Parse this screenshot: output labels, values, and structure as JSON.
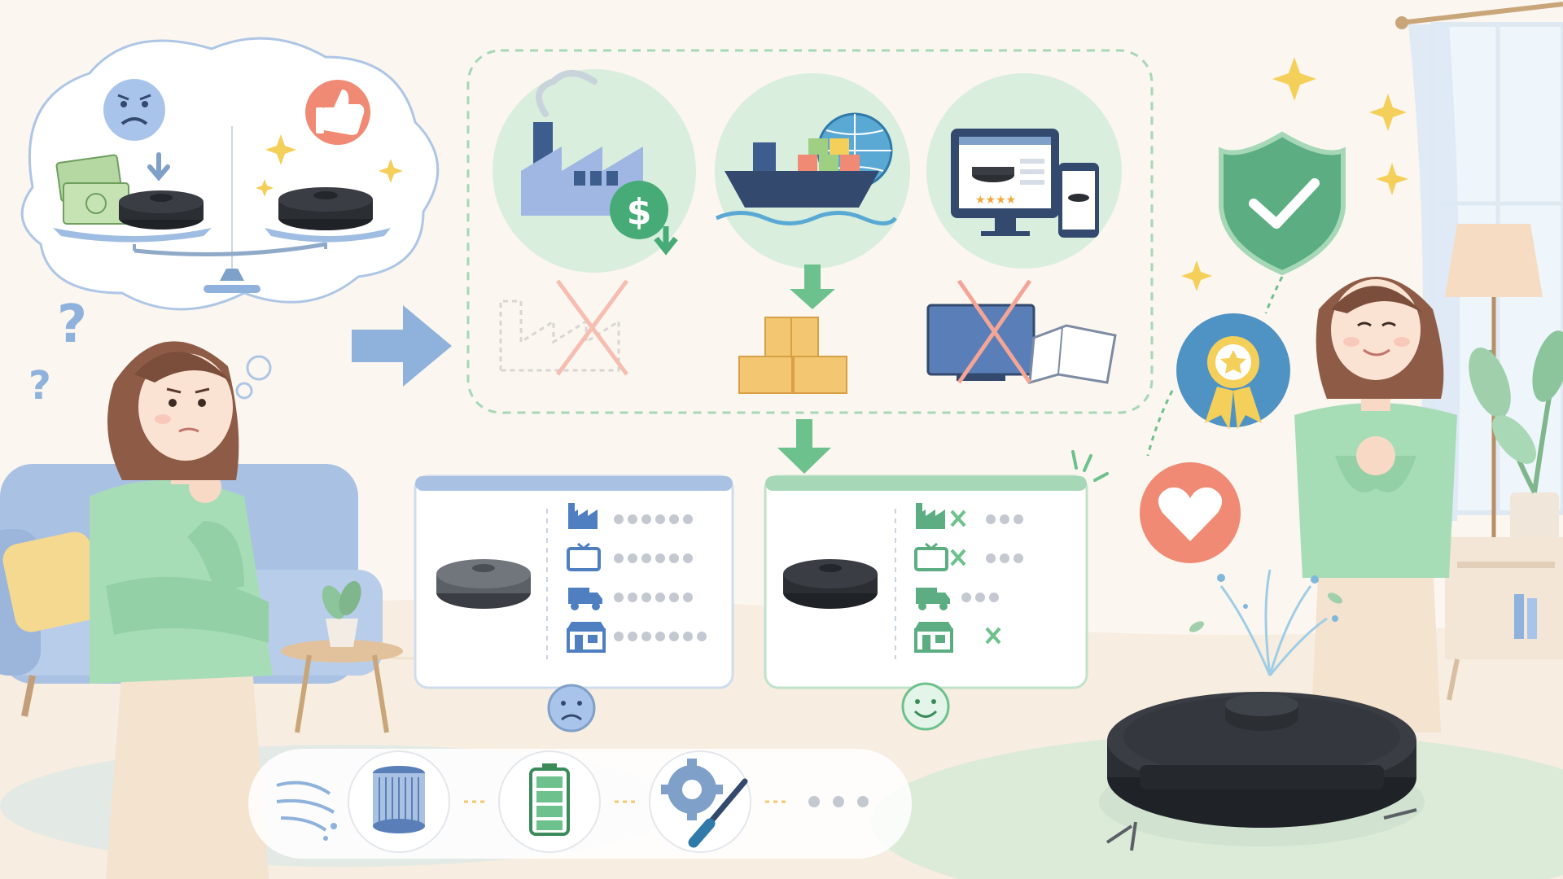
{
  "colors": {
    "background": "#fbf6ef",
    "green_accent": "#7fc79a",
    "blue_accent": "#8fb2dc",
    "navy": "#33496e",
    "robot": "#2b2e33",
    "shield": "#5cae82",
    "heart_bg": "#f08a74",
    "sad_face": "#a9c4ea",
    "happy_face": "#bfe6cc",
    "box": "#f3c772",
    "dots_gray": "#c4c9d1"
  },
  "scene": {
    "left_thought": {
      "left_pan": [
        "banknotes-icon",
        "robot-vacuum-icon"
      ],
      "right_pan": [
        "robot-vacuum-icon"
      ],
      "sad_icon": "sad-face-icon",
      "like_icon": "thumbs-up-icon"
    },
    "supply_chain": {
      "stages": [
        {
          "id": "factory",
          "icon": "factory-icon",
          "badge": "dollar-down-icon",
          "crossed": "crossed-factory-icon"
        },
        {
          "id": "shipping",
          "icon": "ship-globe-icon",
          "result": "boxes-icon"
        },
        {
          "id": "retail",
          "icon": "online-store-icon",
          "crossed": "crossed-tv-catalog-icon"
        }
      ]
    },
    "comparison": {
      "left_card": {
        "mood": "sad",
        "rows": [
          {
            "icon": "factory-icon",
            "dots": 6,
            "cross": false
          },
          {
            "icon": "tv-icon",
            "dots": 6,
            "cross": false
          },
          {
            "icon": "truck-icon",
            "dots": 6,
            "cross": false
          },
          {
            "icon": "store-icon",
            "dots": 7,
            "cross": false
          }
        ]
      },
      "right_card": {
        "mood": "happy",
        "rows": [
          {
            "icon": "factory-icon",
            "dots": 3,
            "cross": true
          },
          {
            "icon": "tv-icon",
            "dots": 3,
            "cross": true
          },
          {
            "icon": "truck-icon",
            "dots": 3,
            "cross": false
          },
          {
            "icon": "store-icon",
            "dots": 0,
            "cross": true
          }
        ]
      }
    },
    "maintenance": [
      "airflow-icon",
      "filter-icon",
      "battery-icon",
      "gear-screwdriver-icon"
    ],
    "trust_badges": [
      "shield-check-icon",
      "award-ribbon-icon",
      "heart-icon"
    ]
  }
}
